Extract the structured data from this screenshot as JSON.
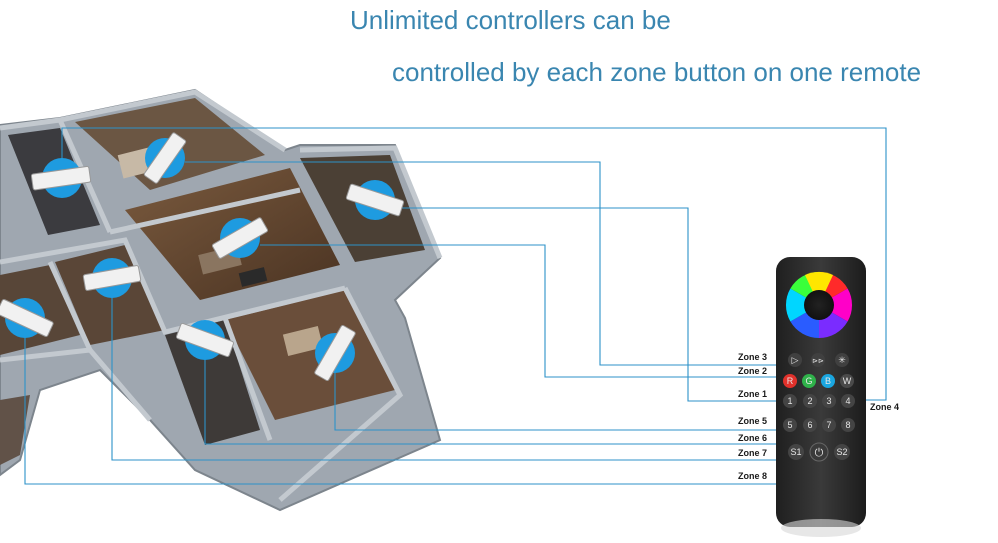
{
  "title": {
    "line1": "Unlimited controllers can be",
    "line2": "controlled by each zone button on one remote"
  },
  "zones": [
    {
      "label": "Zone 1"
    },
    {
      "label": "Zone 2"
    },
    {
      "label": "Zone 3"
    },
    {
      "label": "Zone 4"
    },
    {
      "label": "Zone 5"
    },
    {
      "label": "Zone 6"
    },
    {
      "label": "Zone 7"
    },
    {
      "label": "Zone 8"
    }
  ],
  "remote": {
    "row_function": [
      "▷",
      "⊳⊳",
      "✳"
    ],
    "row_colors": [
      {
        "text": "R",
        "color": "#e0312b"
      },
      {
        "text": "G",
        "color": "#2fb24a"
      },
      {
        "text": "B",
        "color": "#1aa6e0"
      },
      {
        "text": "W",
        "color": "#4a4a4a"
      }
    ],
    "row_zone_a": [
      "1",
      "2",
      "3",
      "4"
    ],
    "row_zone_b": [
      "5",
      "6",
      "7",
      "8"
    ],
    "row_bottom": [
      "S1",
      "⏻",
      "S2"
    ]
  },
  "colors": {
    "accent": "#3a86b0",
    "wire": "#2c92c8",
    "remote_body": "#2b2b2b",
    "controller_badge": "#1e9be0",
    "wall": "#a9b0b8"
  }
}
